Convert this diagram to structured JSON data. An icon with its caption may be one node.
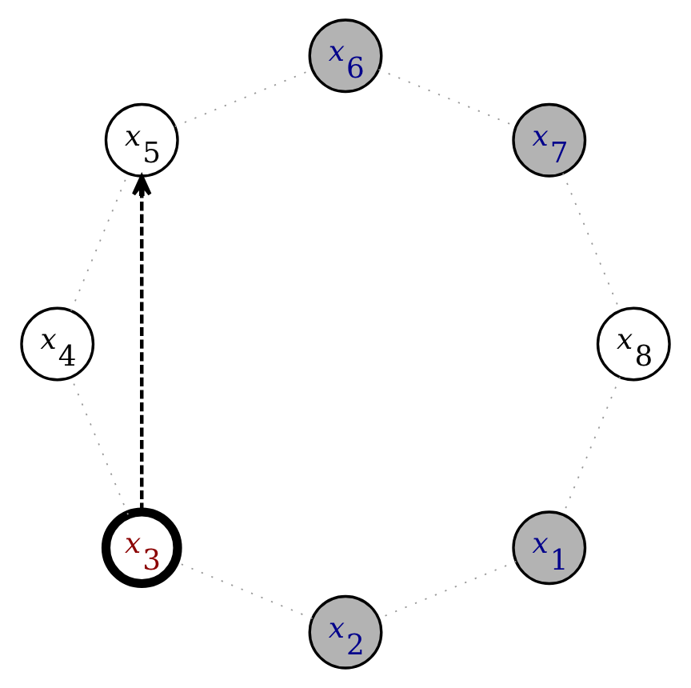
{
  "diagram": {
    "nodes": [
      {
        "text": [
          "x$_{1}$"
        ]
      },
      {
        "text": [
          "x$_{2}$"
        ]
      },
      {
        "text": [
          "x$_{3}$"
        ]
      },
      {
        "text": [
          "x$_{4}$"
        ]
      },
      {
        "text": [
          "x$_{5}$"
        ]
      },
      {
        "text": [
          "x$_{6}$"
        ]
      },
      {
        "text": [
          "x$_{7}$"
        ]
      },
      {
        "text": [
          "x$_{8}$"
        ]
      }
    ],
    "edges": [
      {
        "from": 0,
        "to": 1,
        "arrow": "none"
      },
      {
        "from": 1,
        "to": 2,
        "arrow": "none"
      },
      {
        "from": 2,
        "to": 3,
        "arrow": "none"
      },
      {
        "from": 3,
        "to": 4,
        "arrow": "none"
      },
      {
        "from": 4,
        "to": 5,
        "arrow": "none"
      },
      {
        "from": 5,
        "to": 6,
        "arrow": "none"
      },
      {
        "from": 6,
        "to": 7,
        "arrow": "none"
      },
      {
        "from": 7,
        "to": 0,
        "arrow": "none"
      },
      {
        "from": 2,
        "to": 4,
        "arrow": "to",
        "style": "dashed",
        "color": "#000000"
      }
    ]
  }
}
